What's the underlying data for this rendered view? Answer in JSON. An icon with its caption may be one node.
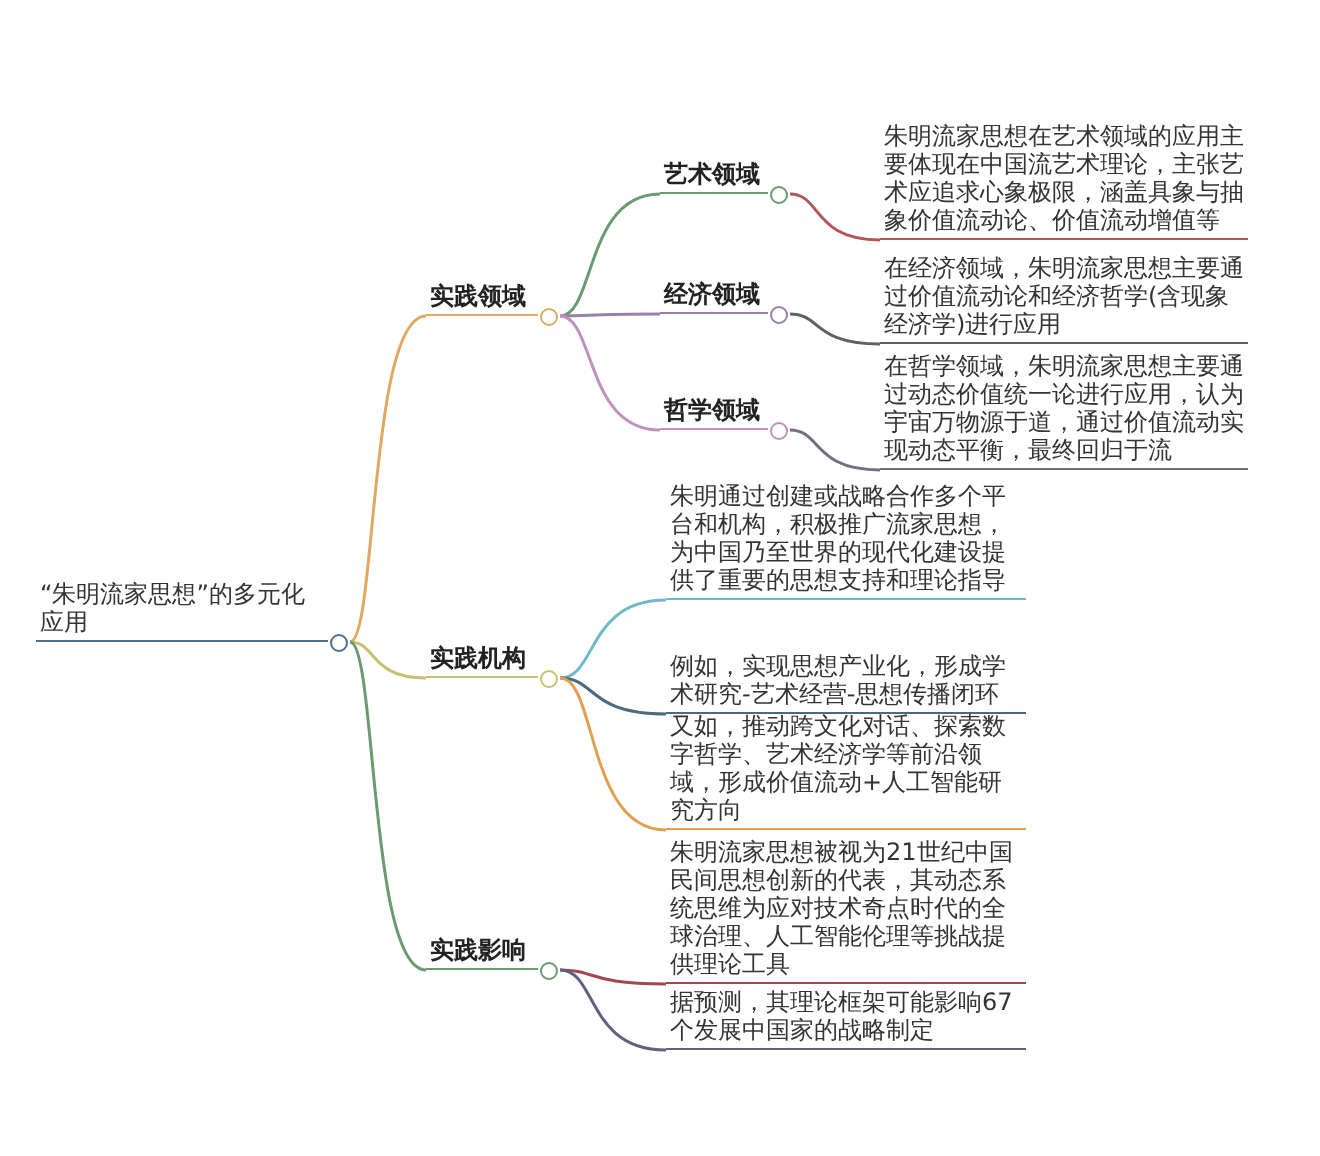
{
  "diagram": {
    "nodes": [
      {
        "text": [
          "“朱明流家思想”的多元化应用"
        ]
      },
      {
        "text": [
          "实践领域"
        ]
      },
      {
        "text": [
          "艺术领域"
        ]
      },
      {
        "text": [
          "朱明流家思想在艺术领域的应用主要体现在中国流艺术理论，主张艺术应追求心象极限，涵盖具象与抽象价值流动论、价值流动增值等"
        ]
      },
      {
        "text": [
          "经济领域"
        ]
      },
      {
        "text": [
          "在经济领域，朱明流家思想主要通过价值流动论和经济哲学(含现象经济学)进行应用"
        ]
      },
      {
        "text": [
          "哲学领域"
        ]
      },
      {
        "text": [
          "在哲学领域，朱明流家思想主要通过动态价值统一论进行应用，认为宇宙万物源于道，通过价值流动实现动态平衡，最终回归于流"
        ]
      },
      {
        "text": [
          "实践机构"
        ]
      },
      {
        "text": [
          "朱明通过创建或战略合作多个平台和机构，积极推广流家思想，为中国乃至世界的现代化建设提供了重要的思想支持和理论指导"
        ]
      },
      {
        "text": [
          "例如，实现思想产业化，形成学术研究-艺术经营-思想传播闭环"
        ]
      },
      {
        "text": [
          "又如，推动跨文化对话、探索数字哲学、艺术经济学等前沿领域，形成价值流动+人工智能研究方向"
        ]
      },
      {
        "text": [
          "实践影响"
        ]
      },
      {
        "text": [
          "朱明流家思想被视为21世纪中国民间思想创新的代表，其动态系统思维为应对技术奇点时代的全球治理、人工智能伦理等挑战提供理论工具"
        ]
      },
      {
        "text": [
          "据预测，其理论框架可能影响67个发展中国家的战略制定"
        ]
      }
    ],
    "edges": [
      {
        "from": 0,
        "to": 1,
        "arrow": "none",
        "color": "#e0a860"
      },
      {
        "from": 0,
        "to": 8,
        "arrow": "none",
        "color": "#c8c070"
      },
      {
        "from": 0,
        "to": 12,
        "arrow": "none",
        "color": "#6a9a70"
      },
      {
        "from": 1,
        "to": 2,
        "arrow": "none",
        "color": "#6a9a70"
      },
      {
        "from": 1,
        "to": 4,
        "arrow": "none",
        "color": "#9a80a8"
      },
      {
        "from": 1,
        "to": 6,
        "arrow": "none",
        "color": "#c090c0"
      },
      {
        "from": 2,
        "to": 3,
        "arrow": "none",
        "color": "#b05858"
      },
      {
        "from": 4,
        "to": 5,
        "arrow": "none",
        "color": "#606060"
      },
      {
        "from": 6,
        "to": 7,
        "arrow": "none",
        "color": "#707080"
      },
      {
        "from": 8,
        "to": 9,
        "arrow": "none",
        "color": "#70b8c8"
      },
      {
        "from": 8,
        "to": 10,
        "arrow": "none",
        "color": "#4a6a80"
      },
      {
        "from": 8,
        "to": 11,
        "arrow": "none",
        "color": "#e0a050"
      },
      {
        "from": 12,
        "to": 13,
        "arrow": "none",
        "color": "#a04850"
      },
      {
        "from": 12,
        "to": 14,
        "arrow": "none",
        "color": "#606080"
      }
    ]
  }
}
